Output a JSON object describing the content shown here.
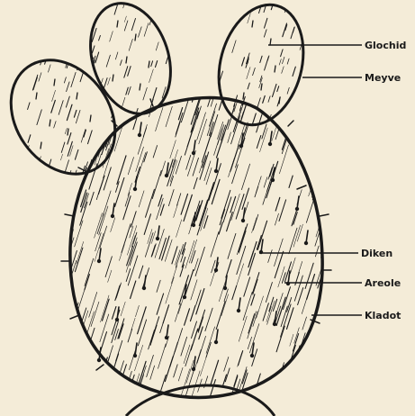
{
  "colors": {
    "paper": "#f4ecd8",
    "ink": "#1a1a1a"
  },
  "labels": {
    "glochid": "Glochid",
    "meyve": "Meyve",
    "diken": "Diken",
    "areole": "Areole",
    "kladot": "Kladot"
  }
}
